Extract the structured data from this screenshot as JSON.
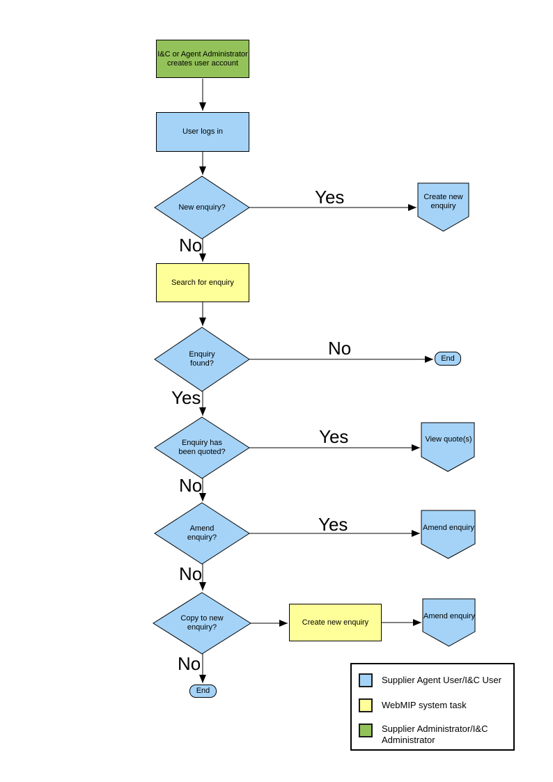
{
  "flowchart": {
    "nodes": {
      "create_account": {
        "label": "I&C or Agent Administrator creates user account"
      },
      "user_logs_in": {
        "label": "User logs in"
      },
      "new_enquiry_decision": {
        "label": "New enquiry?"
      },
      "create_new_enquiry": {
        "label": "Create new enquiry"
      },
      "search_for_enquiry": {
        "label": "Search for enquiry"
      },
      "enquiry_found_decision": {
        "label": "Enquiry found?"
      },
      "end_not_found": {
        "label": "End"
      },
      "enquiry_quoted_decision": {
        "label": "Enquiry has been quoted?"
      },
      "view_quotes": {
        "label": "View quote(s)"
      },
      "amend_enquiry_decision": {
        "label": "Amend enquiry?"
      },
      "amend_enquiry": {
        "label": "Amend enquiry"
      },
      "copy_to_new_enquiry_decision": {
        "label": "Copy to new enquiry?"
      },
      "create_new_enquiry_2": {
        "label": "Create new enquiry"
      },
      "amend_enquiry_2": {
        "label": "Amend enquiry"
      },
      "end_final": {
        "label": "End"
      }
    },
    "edge_labels": {
      "new_enquiry_yes": "Yes",
      "new_enquiry_no": "No",
      "enquiry_found_no": "No",
      "enquiry_found_yes": "Yes",
      "enquiry_quoted_yes": "Yes",
      "enquiry_quoted_no": "No",
      "amend_enquiry_yes": "Yes",
      "amend_enquiry_no": "No",
      "copy_to_new_enquiry_no": "No"
    }
  },
  "legend": {
    "items": [
      {
        "label": "Supplier Agent User/I&C User",
        "color": "#A4D3F7"
      },
      {
        "label": "WebMIP system task",
        "color": "#FFFF99"
      },
      {
        "label": "Supplier Administrator/I&C Administrator",
        "color": "#94C25A"
      }
    ]
  },
  "colors": {
    "user_task_fill": "#A4D3F7",
    "system_task_fill": "#FFFF99",
    "admin_task_fill": "#94C25A",
    "outline": "#000000"
  }
}
